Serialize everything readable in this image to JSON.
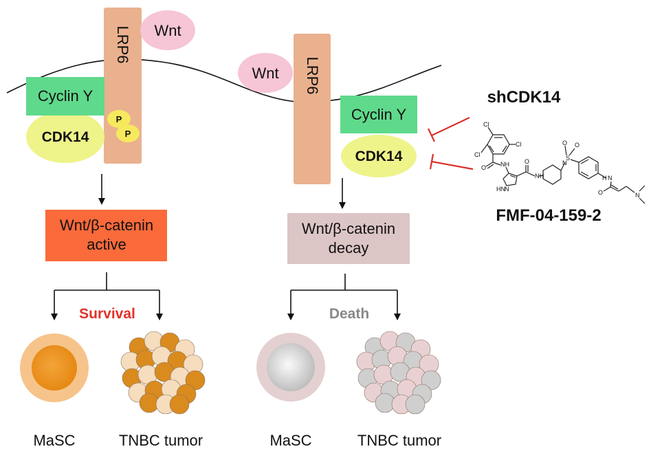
{
  "colors": {
    "lrp6": "#eab18e",
    "wnt": "#f6c5d6",
    "cyclin": "#5fd98b",
    "cdk14": "#eef38a",
    "phospho": "#f7e95d",
    "active_box": "#fa6a3a",
    "decay_box": "#dcc5c5",
    "survival_text": "#e0322a",
    "death_text": "#888888",
    "inhibitor_line": "#d9312b",
    "masc_active_outer": "#f6c48b",
    "masc_active_inner": "#ee8c17",
    "masc_dead_outer": "#e4d0d0",
    "masc_dead_inner": "#d2d2d2",
    "tumor_active_dark": "#d98b1e",
    "tumor_active_light": "#f5ddbd",
    "tumor_dead_grey": "#cfcfcf",
    "tumor_dead_pink": "#e9d1d3"
  },
  "left": {
    "receptor_label": "LRP6",
    "ligand_label": "Wnt",
    "cyclin_label": "Cyclin Y",
    "kinase_label": "CDK14",
    "phospho_labels": [
      "P",
      "P"
    ],
    "pathway_label_line1": "Wnt/β-catenin",
    "pathway_label_line2": "active",
    "outcome_label": "Survival",
    "cell1_label": "MaSC",
    "cell2_label": "TNBC tumor"
  },
  "right": {
    "receptor_label": "LRP6",
    "ligand_label": "Wnt",
    "cyclin_label": "Cyclin Y",
    "kinase_label": "CDK14",
    "pathway_label_line1": "Wnt/β-catenin",
    "pathway_label_line2": "decay",
    "outcome_label": "Death",
    "cell1_label": "MaSC",
    "cell2_label": "TNBC tumor"
  },
  "inhibitors": {
    "genetic_label": "shCDK14",
    "compound_label": "FMF-04-159-2",
    "atoms": {
      "cl_top": "Cl",
      "cl_right": "Cl",
      "cl_left": "Cl",
      "o_amide1": "O",
      "nh_amide1": "NH",
      "o_amide2": "O",
      "n_amide2": "N",
      "h_amide2": "H",
      "nh_pyrazole": "HN",
      "n_pyrazole": "N",
      "n_piperidine": "N",
      "s_sulfonyl": "S",
      "o_sulfonyl1": "O",
      "o_sulfonyl2": "O",
      "h_amide3": "H",
      "n_amide3": "N",
      "o_amide3": "O",
      "n_amine": "N"
    }
  }
}
